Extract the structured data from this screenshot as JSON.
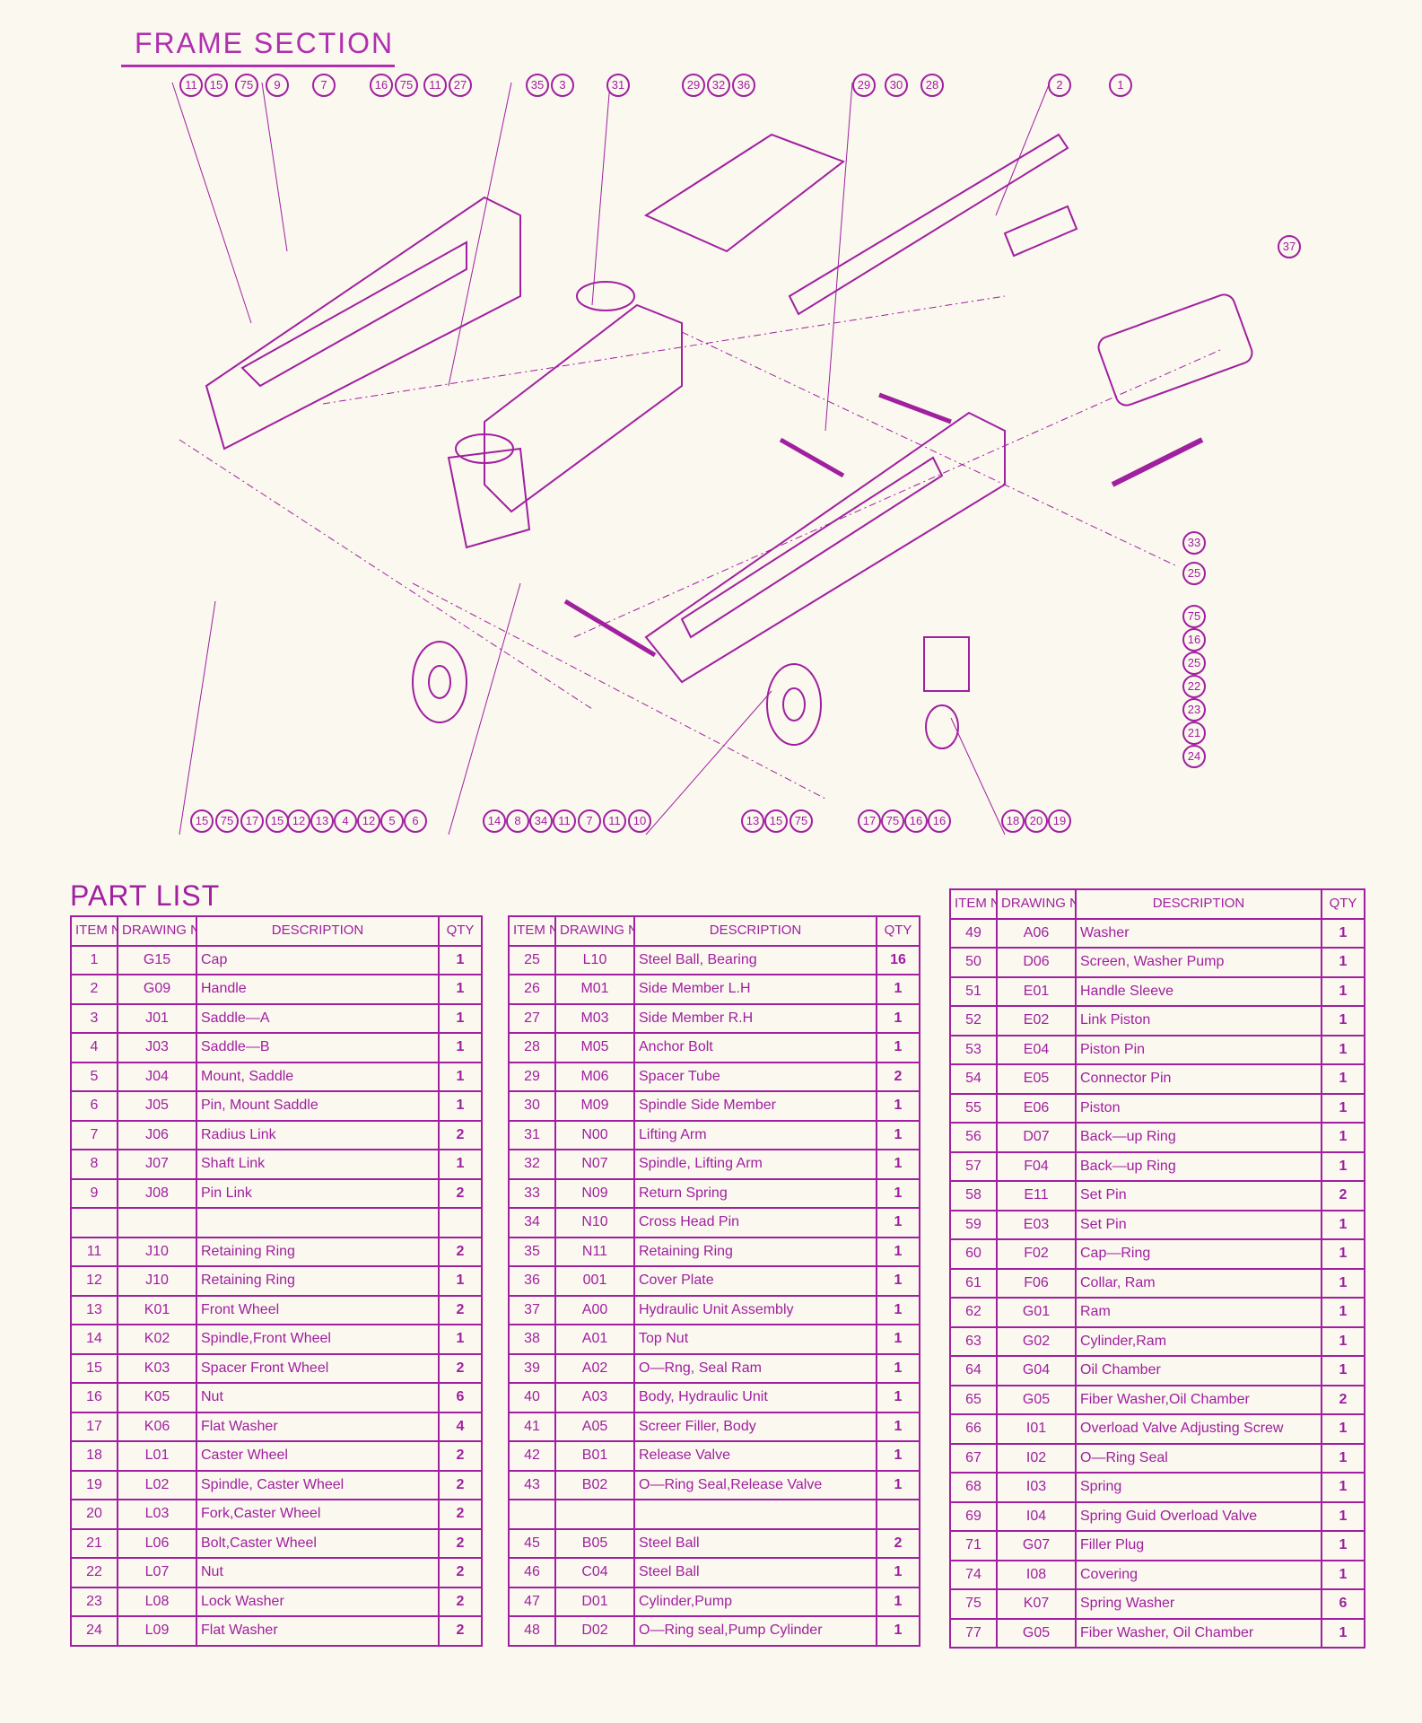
{
  "section_title": "FRAME SECTION",
  "part_list_title": "PART LIST",
  "headers": {
    "item_no": "ITEM NO.",
    "drawing_number": "DRAWING NUMBER",
    "description": "DESCRIPTION",
    "qty": "QTY"
  },
  "callouts_top": [
    "11",
    "15",
    "75",
    "9",
    "7",
    "16",
    "75",
    "11",
    "27",
    "35",
    "3",
    "31",
    "29",
    "32",
    "36",
    "29",
    "30",
    "28",
    "2",
    "1",
    "37"
  ],
  "callouts_right": [
    "33",
    "25",
    "75",
    "16",
    "25",
    "22",
    "23",
    "21",
    "24"
  ],
  "callouts_bottom": [
    "15",
    "75",
    "17",
    "15",
    "12",
    "13",
    "4",
    "12",
    "5",
    "6",
    "14",
    "8",
    "34",
    "11",
    "7",
    "11",
    "10",
    "13",
    "15",
    "75",
    "17",
    "75",
    "16",
    "16",
    "18",
    "20",
    "19"
  ],
  "tables": [
    [
      {
        "item": "1",
        "dwg": "G15",
        "desc": "Cap",
        "qty": "1"
      },
      {
        "item": "2",
        "dwg": "G09",
        "desc": "Handle",
        "qty": "1"
      },
      {
        "item": "3",
        "dwg": "J01",
        "desc": "Saddle—A",
        "qty": "1"
      },
      {
        "item": "4",
        "dwg": "J03",
        "desc": "Saddle—B",
        "qty": "1"
      },
      {
        "item": "5",
        "dwg": "J04",
        "desc": "Mount, Saddle",
        "qty": "1"
      },
      {
        "item": "6",
        "dwg": "J05",
        "desc": "Pin, Mount Saddle",
        "qty": "1"
      },
      {
        "item": "7",
        "dwg": "J06",
        "desc": "Radius Link",
        "qty": "2"
      },
      {
        "item": "8",
        "dwg": "J07",
        "desc": "Shaft Link",
        "qty": "1"
      },
      {
        "item": "9",
        "dwg": "J08",
        "desc": "Pin Link",
        "qty": "2"
      },
      {
        "item": "",
        "dwg": "",
        "desc": "",
        "qty": ""
      },
      {
        "item": "11",
        "dwg": "J10",
        "desc": "Retaining Ring",
        "qty": "2"
      },
      {
        "item": "12",
        "dwg": "J10",
        "desc": "Retaining Ring",
        "qty": "1"
      },
      {
        "item": "13",
        "dwg": "K01",
        "desc": "Front Wheel",
        "qty": "2"
      },
      {
        "item": "14",
        "dwg": "K02",
        "desc": "Spindle,Front Wheel",
        "qty": "1"
      },
      {
        "item": "15",
        "dwg": "K03",
        "desc": "Spacer Front Wheel",
        "qty": "2"
      },
      {
        "item": "16",
        "dwg": "K05",
        "desc": "Nut",
        "qty": "6"
      },
      {
        "item": "17",
        "dwg": "K06",
        "desc": "Flat Washer",
        "qty": "4"
      },
      {
        "item": "18",
        "dwg": "L01",
        "desc": "Caster Wheel",
        "qty": "2"
      },
      {
        "item": "19",
        "dwg": "L02",
        "desc": "Spindle, Caster Wheel",
        "qty": "2"
      },
      {
        "item": "20",
        "dwg": "L03",
        "desc": "Fork,Caster Wheel",
        "qty": "2"
      },
      {
        "item": "21",
        "dwg": "L06",
        "desc": "Bolt,Caster Wheel",
        "qty": "2"
      },
      {
        "item": "22",
        "dwg": "L07",
        "desc": "Nut",
        "qty": "2"
      },
      {
        "item": "23",
        "dwg": "L08",
        "desc": "Lock Washer",
        "qty": "2"
      },
      {
        "item": "24",
        "dwg": "L09",
        "desc": "Flat Washer",
        "qty": "2"
      }
    ],
    [
      {
        "item": "25",
        "dwg": "L10",
        "desc": "Steel Ball, Bearing",
        "qty": "16"
      },
      {
        "item": "26",
        "dwg": "M01",
        "desc": "Side Member L.H",
        "qty": "1"
      },
      {
        "item": "27",
        "dwg": "M03",
        "desc": "Side Member R.H",
        "qty": "1"
      },
      {
        "item": "28",
        "dwg": "M05",
        "desc": "Anchor Bolt",
        "qty": "1"
      },
      {
        "item": "29",
        "dwg": "M06",
        "desc": "Spacer Tube",
        "qty": "2"
      },
      {
        "item": "30",
        "dwg": "M09",
        "desc": "Spindle Side Member",
        "qty": "1"
      },
      {
        "item": "31",
        "dwg": "N00",
        "desc": "Lifting Arm",
        "qty": "1"
      },
      {
        "item": "32",
        "dwg": "N07",
        "desc": "Spindle, Lifting Arm",
        "qty": "1"
      },
      {
        "item": "33",
        "dwg": "N09",
        "desc": "Return Spring",
        "qty": "1"
      },
      {
        "item": "34",
        "dwg": "N10",
        "desc": "Cross Head Pin",
        "qty": "1"
      },
      {
        "item": "35",
        "dwg": "N11",
        "desc": "Retaining Ring",
        "qty": "1"
      },
      {
        "item": "36",
        "dwg": "001",
        "desc": "Cover Plate",
        "qty": "1"
      },
      {
        "item": "37",
        "dwg": "A00",
        "desc": "Hydraulic Unit Assembly",
        "qty": "1"
      },
      {
        "item": "38",
        "dwg": "A01",
        "desc": "Top Nut",
        "qty": "1"
      },
      {
        "item": "39",
        "dwg": "A02",
        "desc": "O—Rng, Seal Ram",
        "qty": "1"
      },
      {
        "item": "40",
        "dwg": "A03",
        "desc": "Body, Hydraulic Unit",
        "qty": "1"
      },
      {
        "item": "41",
        "dwg": "A05",
        "desc": "Screer Filler, Body",
        "qty": "1"
      },
      {
        "item": "42",
        "dwg": "B01",
        "desc": "Release Valve",
        "qty": "1"
      },
      {
        "item": "43",
        "dwg": "B02",
        "desc": "O—Ring Seal,Release Valve",
        "qty": "1"
      },
      {
        "item": "",
        "dwg": "",
        "desc": "",
        "qty": ""
      },
      {
        "item": "45",
        "dwg": "B05",
        "desc": "Steel Ball",
        "qty": "2"
      },
      {
        "item": "46",
        "dwg": "C04",
        "desc": "Steel Ball",
        "qty": "1"
      },
      {
        "item": "47",
        "dwg": "D01",
        "desc": "Cylinder,Pump",
        "qty": "1"
      },
      {
        "item": "48",
        "dwg": "D02",
        "desc": "O—Ring seal,Pump Cylinder",
        "qty": "1"
      }
    ],
    [
      {
        "item": "49",
        "dwg": "A06",
        "desc": "Washer",
        "qty": "1"
      },
      {
        "item": "50",
        "dwg": "D06",
        "desc": "Screen, Washer Pump",
        "qty": "1"
      },
      {
        "item": "51",
        "dwg": "E01",
        "desc": "Handle Sleeve",
        "qty": "1"
      },
      {
        "item": "52",
        "dwg": "E02",
        "desc": "Link Piston",
        "qty": "1"
      },
      {
        "item": "53",
        "dwg": "E04",
        "desc": "Piston Pin",
        "qty": "1"
      },
      {
        "item": "54",
        "dwg": "E05",
        "desc": "Connector Pin",
        "qty": "1"
      },
      {
        "item": "55",
        "dwg": "E06",
        "desc": "Piston",
        "qty": "1"
      },
      {
        "item": "56",
        "dwg": "D07",
        "desc": "Back—up Ring",
        "qty": "1"
      },
      {
        "item": "57",
        "dwg": "F04",
        "desc": "Back—up Ring",
        "qty": "1"
      },
      {
        "item": "58",
        "dwg": "E11",
        "desc": "Set Pin",
        "qty": "2"
      },
      {
        "item": "59",
        "dwg": "E03",
        "desc": "Set Pin",
        "qty": "1"
      },
      {
        "item": "60",
        "dwg": "F02",
        "desc": "Cap—Ring",
        "qty": "1"
      },
      {
        "item": "61",
        "dwg": "F06",
        "desc": "Collar, Ram",
        "qty": "1"
      },
      {
        "item": "62",
        "dwg": "G01",
        "desc": "Ram",
        "qty": "1"
      },
      {
        "item": "63",
        "dwg": "G02",
        "desc": "Cylinder,Ram",
        "qty": "1"
      },
      {
        "item": "64",
        "dwg": "G04",
        "desc": "Oil Chamber",
        "qty": "1"
      },
      {
        "item": "65",
        "dwg": "G05",
        "desc": "Fiber Washer,Oil Chamber",
        "qty": "2"
      },
      {
        "item": "66",
        "dwg": "I01",
        "desc": "Overload Valve Adjusting Screw",
        "qty": "1"
      },
      {
        "item": "67",
        "dwg": "I02",
        "desc": "O—Ring Seal",
        "qty": "1"
      },
      {
        "item": "68",
        "dwg": "I03",
        "desc": "Spring",
        "qty": "1"
      },
      {
        "item": "69",
        "dwg": "I04",
        "desc": "Spring Guid Overload Valve",
        "qty": "1"
      },
      {
        "item": "71",
        "dwg": "G07",
        "desc": "Filler Plug",
        "qty": "1"
      },
      {
        "item": "74",
        "dwg": "I08",
        "desc": "Covering",
        "qty": "1"
      },
      {
        "item": "75",
        "dwg": "K07",
        "desc": "Spring Washer",
        "qty": "6"
      },
      {
        "item": "77",
        "dwg": "G05",
        "desc": "Fiber Washer, Oil Chamber",
        "qty": "1"
      }
    ]
  ]
}
